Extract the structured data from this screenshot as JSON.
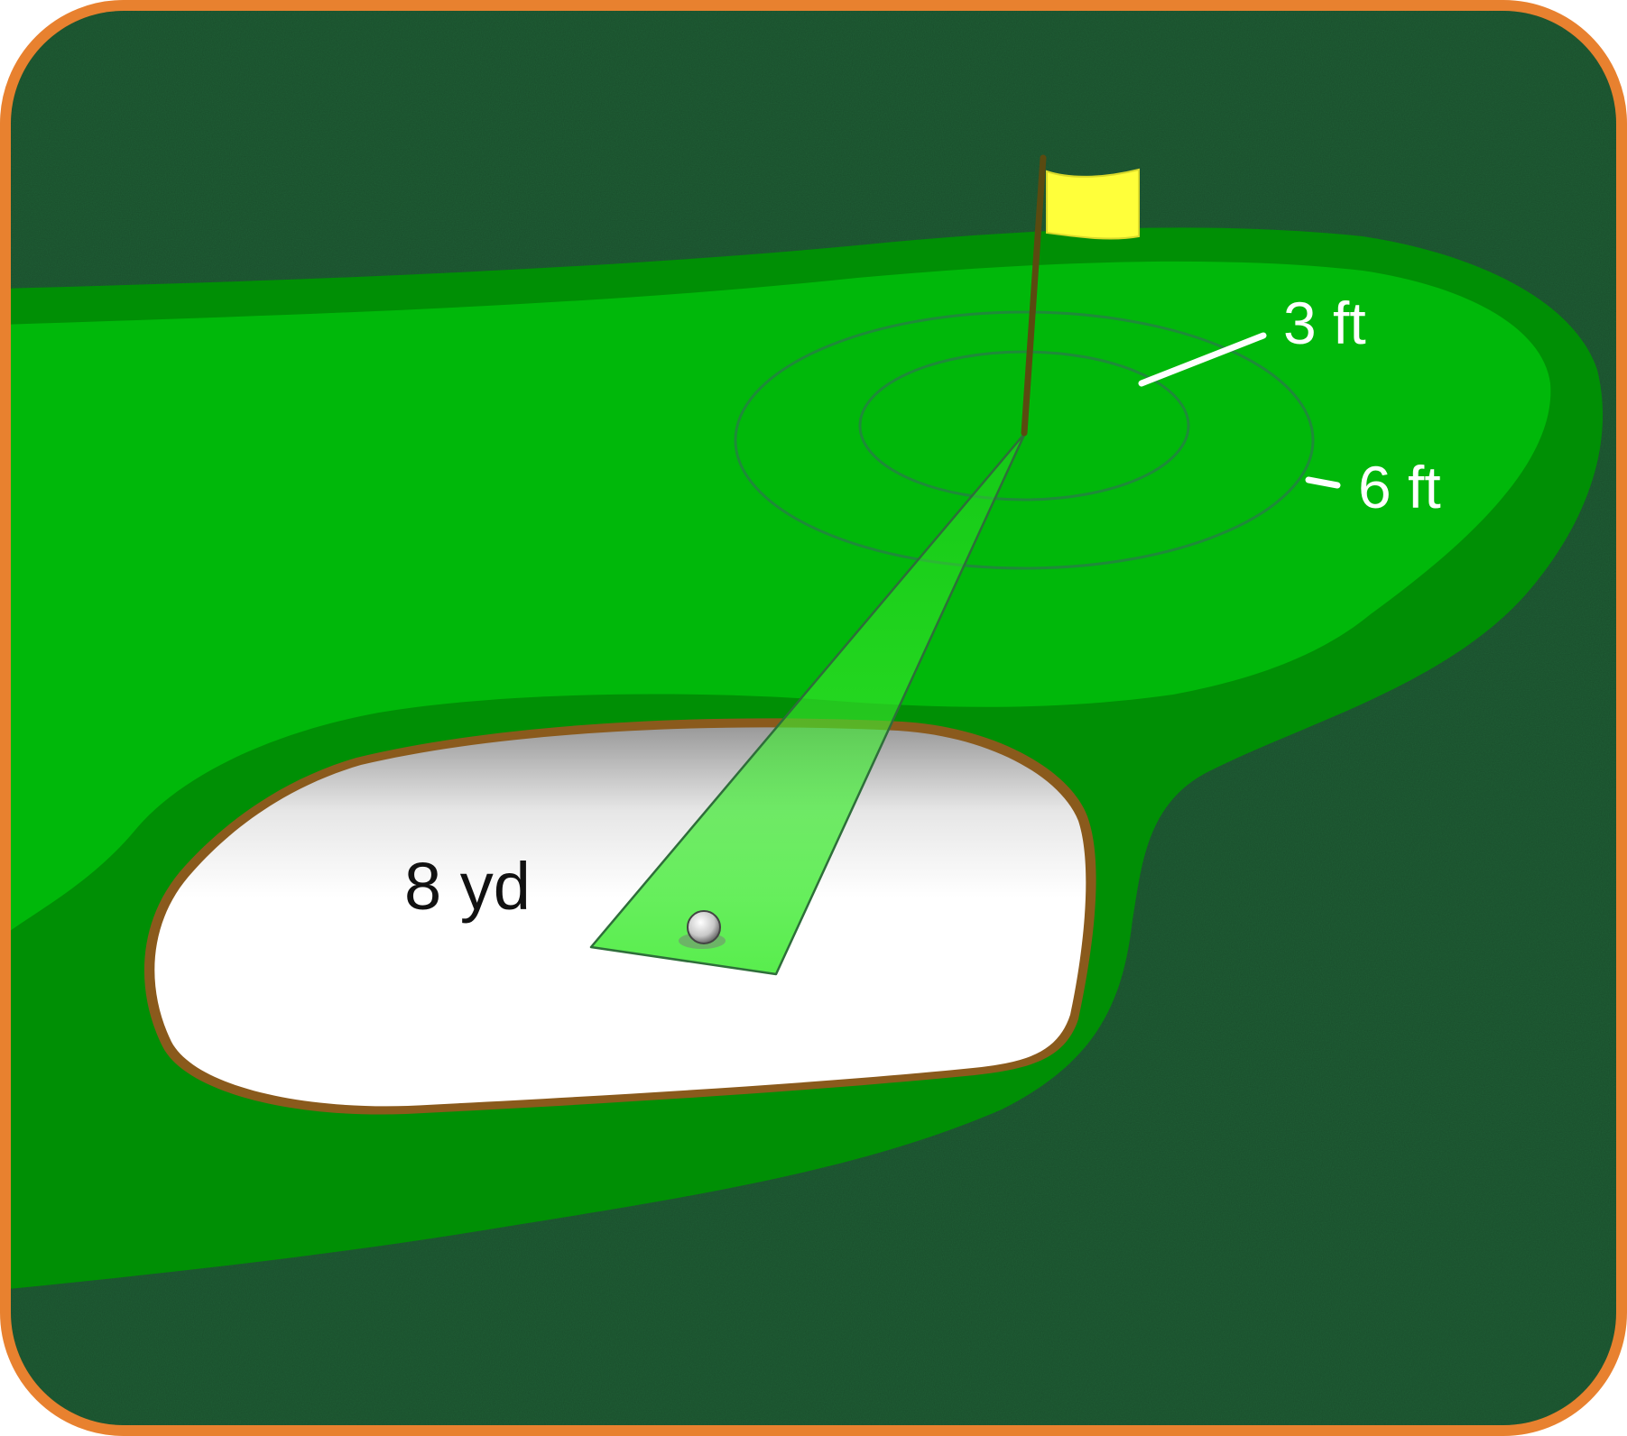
{
  "labels": {
    "ring_inner": "3 ft",
    "ring_outer": "6 ft",
    "distance": "8 yd"
  },
  "colors": {
    "frame": "#E8812F",
    "rough": "#1F5E35",
    "fringe": "#008F05",
    "green": "#00B80A",
    "flag": "#FFFF3A",
    "flagpole": "#5A4A10",
    "sand_edge": "#8A5A1C",
    "sand": "#FFFFFF",
    "shot_path": "#3BEA2E",
    "label_light": "#FFFFFF",
    "label_dark": "#111111"
  },
  "icons": {
    "flag": "flag-icon",
    "ball": "golf-ball-icon"
  }
}
